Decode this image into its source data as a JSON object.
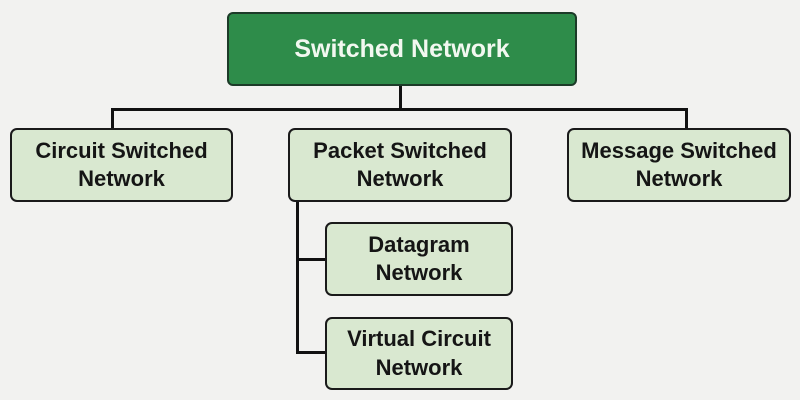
{
  "diagram": {
    "title": "Switched Network classification tree",
    "type": "hierarchy-tree",
    "colors": {
      "background": "#f2f2f0",
      "root_fill": "#2e8c4a",
      "root_border": "#1c3b28",
      "root_text": "#f2f8f0",
      "child_fill": "#d9e8d0",
      "child_border": "#1a1a1a",
      "child_text": "#151515",
      "connector_line": "#111111"
    },
    "nodes": {
      "root": {
        "label": "Switched Network",
        "level": 0,
        "parent": null
      },
      "circuit": {
        "label": "Circuit Switched Network",
        "level": 1,
        "parent": "root"
      },
      "packet": {
        "label": "Packet Switched Network",
        "level": 1,
        "parent": "root"
      },
      "message": {
        "label": "Message Switched Network",
        "level": 1,
        "parent": "root"
      },
      "datagram": {
        "label": "Datagram Network",
        "level": 2,
        "parent": "packet"
      },
      "virtual": {
        "label": "Virtual Circuit Network",
        "level": 2,
        "parent": "packet"
      }
    }
  }
}
